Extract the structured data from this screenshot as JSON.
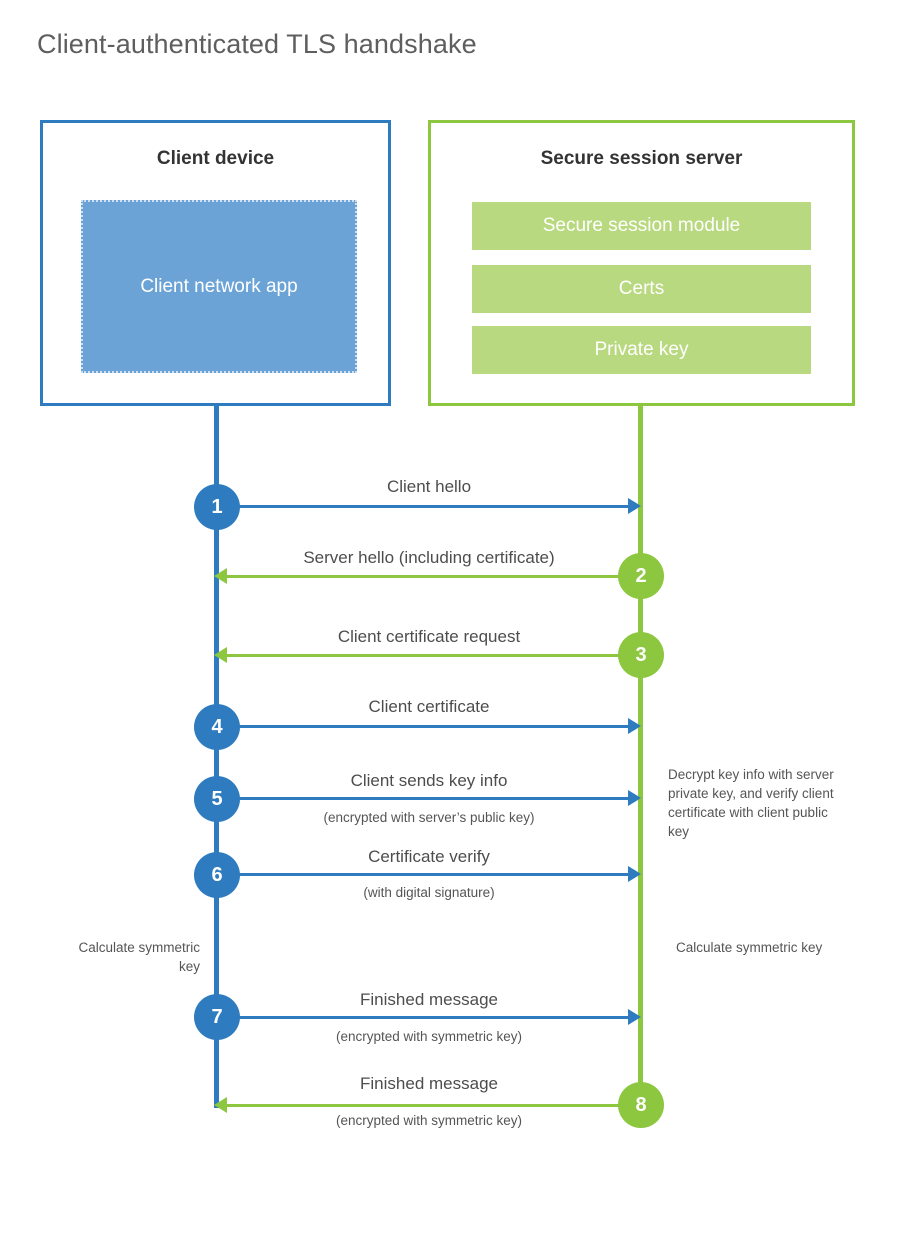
{
  "title": "Client-authenticated TLS handshake",
  "colors": {
    "blue_accent": "#2e7cbf",
    "green_accent": "#8dc63f",
    "client_app_fill": "#6ba3d6",
    "server_bar_fill": "#b8d97f",
    "title_text": "#5e5e5e",
    "body_text": "#4d4d4d"
  },
  "client_panel": {
    "title": "Client device",
    "app_label": "Client network app"
  },
  "server_panel": {
    "title": "Secure session server",
    "components": [
      "Secure session module",
      "Certs",
      "Private key"
    ]
  },
  "notes": {
    "server_decrypt": "Decrypt key info with server private key, and verify client certificate with client public key",
    "client_calculate": "Calculate symmetric key",
    "server_calculate": "Calculate symmetric key"
  },
  "chart_data": {
    "type": "diagram",
    "title": "Client-authenticated TLS handshake",
    "actors": [
      "Client device",
      "Secure session server"
    ],
    "steps": [
      {
        "number": "1",
        "label": "Client hello",
        "sub": "",
        "direction": "client-to-server",
        "color": "#2e7cbf"
      },
      {
        "number": "2",
        "label": "Server hello (including certificate)",
        "sub": "",
        "direction": "server-to-client",
        "color": "#8dc63f"
      },
      {
        "number": "3",
        "label": "Client certificate request",
        "sub": "",
        "direction": "server-to-client",
        "color": "#8dc63f"
      },
      {
        "number": "4",
        "label": "Client certificate",
        "sub": "",
        "direction": "client-to-server",
        "color": "#2e7cbf"
      },
      {
        "number": "5",
        "label": "Client sends key info",
        "sub": "(encrypted with server’s public key)",
        "direction": "client-to-server",
        "color": "#2e7cbf"
      },
      {
        "number": "6",
        "label": "Certificate verify",
        "sub": "(with digital signature)",
        "direction": "client-to-server",
        "color": "#2e7cbf"
      },
      {
        "number": "7",
        "label": "Finished message",
        "sub": "(encrypted with symmetric key)",
        "direction": "client-to-server",
        "color": "#2e7cbf"
      },
      {
        "number": "8",
        "label": "Finished message",
        "sub": "(encrypted with symmetric key)",
        "direction": "server-to-client",
        "color": "#8dc63f"
      }
    ]
  }
}
